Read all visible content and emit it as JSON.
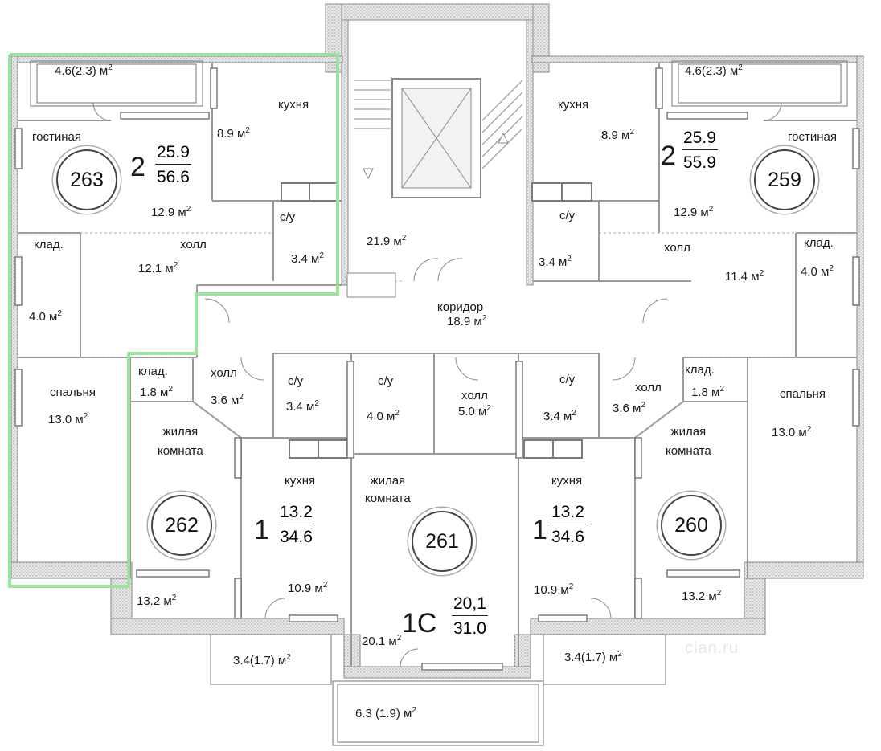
{
  "apartments": [
    {
      "id": "263",
      "rooms": "2",
      "living": "25.9",
      "total": "56.6"
    },
    {
      "id": "259",
      "rooms": "2",
      "living": "25.9",
      "total": "55.9"
    },
    {
      "id": "262",
      "rooms": "1",
      "living": "13.2",
      "total": "34.6"
    },
    {
      "id": "261",
      "rooms": "1C",
      "living": "20,1",
      "total": "31.0"
    },
    {
      "id": "260",
      "rooms": "1",
      "living": "13.2",
      "total": "34.6"
    }
  ],
  "rooms": {
    "balcony_263": {
      "area": "4.6(2.3) м"
    },
    "kitchen_263": {
      "name": "кухня",
      "area": "8.9 м"
    },
    "living_263": {
      "name": "гостиная",
      "area": "12.9 м"
    },
    "bath_263": {
      "name": "с/у",
      "area": "3.4 м"
    },
    "hall_263": {
      "name": "холл",
      "area": "12.1 м"
    },
    "storage_263": {
      "name": "клад.",
      "area": "4.0 м"
    },
    "bedroom_263": {
      "name": "спальня",
      "area": "13.0 м"
    },
    "stair": {
      "area": "21.9 м"
    },
    "corridor": {
      "name": "коридор",
      "area": "18.9 м"
    },
    "balcony_259": {
      "area": "4.6(2.3) м"
    },
    "kitchen_259": {
      "name": "кухня",
      "area": "8.9 м"
    },
    "living_259": {
      "name": "гостиная",
      "area": "12.9 м"
    },
    "bath_259": {
      "name": "с/у",
      "area": "3.4 м"
    },
    "hall_259": {
      "name": "холл",
      "area": "11.4 м"
    },
    "storage_259": {
      "name": "клад.",
      "area": "4.0 м"
    },
    "bedroom_259": {
      "name": "спальня",
      "area": "13.0 м"
    },
    "storage_262": {
      "name": "клад.",
      "area": "1.8 м"
    },
    "hall_262": {
      "name": "холл",
      "area": "3.6 м"
    },
    "bath_262": {
      "name": "с/у",
      "area": "3.4 м"
    },
    "living_262": {
      "name1": "жилая",
      "name2": "комната",
      "area": "13.2 м"
    },
    "kitchen_262": {
      "name": "кухня",
      "area": "10.9 м"
    },
    "balcony_262": {
      "area": "3.4(1.7) м"
    },
    "bath_261": {
      "name": "с/у",
      "area": "4.0 м"
    },
    "hall_261": {
      "name": "холл",
      "area": "5.0 м"
    },
    "living_261": {
      "name1": "жилая",
      "name2": "комната",
      "area": "20.1 м"
    },
    "balcony_261": {
      "area": "6.3 (1.9) м"
    },
    "bath_260": {
      "name": "с/у",
      "area": "3.4 м"
    },
    "hall_260": {
      "name": "холл",
      "area": "3.6 м"
    },
    "storage_260": {
      "name": "клад.",
      "area": "1.8 м"
    },
    "kitchen_260": {
      "name": "кухня",
      "area": "10.9 м"
    },
    "living_260": {
      "name1": "жилая",
      "name2": "комната",
      "area": "13.2 м"
    },
    "balcony_260": {
      "area": "3.4(1.7) м"
    }
  },
  "unit_sup": "2",
  "colors": {
    "wall": "#8a8a8a",
    "wall_fill": "#d9d9d9",
    "highlight": "#9fe29f",
    "partition": "#999999"
  },
  "watermark": "cian.ru"
}
